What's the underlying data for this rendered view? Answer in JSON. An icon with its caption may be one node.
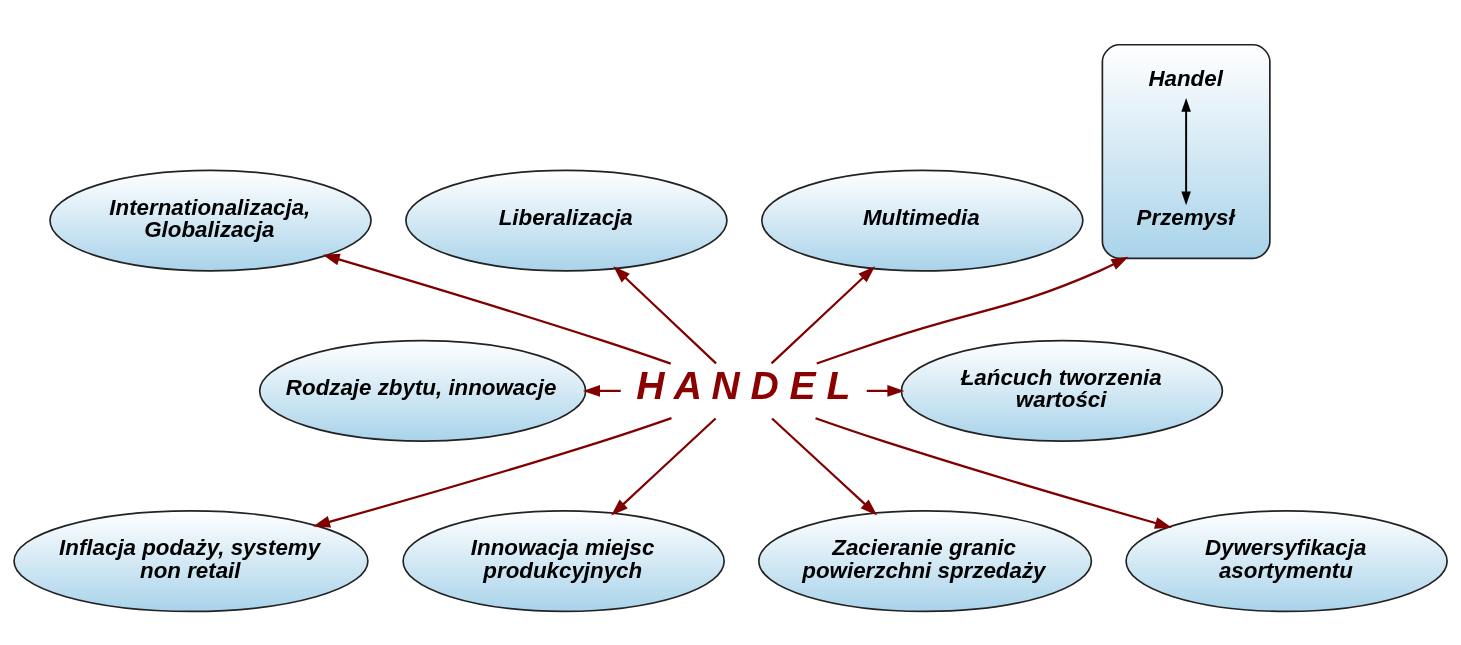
{
  "diagram": {
    "nodes": [
      {
        "text": [
          "Liberalizacja"
        ]
      },
      {
        "text": [
          "Multimedia"
        ]
      },
      {
        "text": [
          "Internationalizacja, Globalizacja"
        ]
      },
      {
        "text": [],
        "shape": "ellipse"
      },
      {
        "text": [
          "Handel"
        ],
        "in": 3
      },
      {
        "text": [
          "Przemysł"
        ],
        "in": 3
      },
      {
        "text": [
          "Rodzaje zbytu, innowacje"
        ]
      },
      {
        "text": [
          "H A N D E L"
        ]
      },
      {
        "text": [
          "Łańcuch tworzenia wartości"
        ]
      },
      {
        "text": [
          "Inflacja podaży, systemy non retail"
        ]
      },
      {
        "text": [
          "Dywersyfikacja asortymentu"
        ]
      },
      {
        "text": [
          "Innowacja miejsc produkcyjnych"
        ]
      },
      {
        "text": [
          "Zacieranie granic powierzchni sprzedaży"
        ]
      }
    ],
    "edges": [
      {
        "from": 7,
        "to": 0,
        "arrow": "to"
      },
      {
        "from": 7,
        "to": 1,
        "arrow": "to"
      },
      {
        "from": 7,
        "to": 2,
        "arrow": "to"
      },
      {
        "from": 7,
        "to": 3,
        "arrow": "to"
      },
      {
        "from": 4,
        "to": 5,
        "arrow": "both",
        "color": "#000000"
      },
      {
        "from": 7,
        "to": 6,
        "arrow": "to"
      },
      {
        "from": 7,
        "to": 8,
        "arrow": "to"
      },
      {
        "from": 7,
        "to": 9,
        "arrow": "to"
      },
      {
        "from": 7,
        "to": 10,
        "arrow": "to"
      },
      {
        "from": 7,
        "to": 11,
        "arrow": "to"
      },
      {
        "from": 7,
        "to": 12,
        "arrow": "to"
      }
    ]
  }
}
